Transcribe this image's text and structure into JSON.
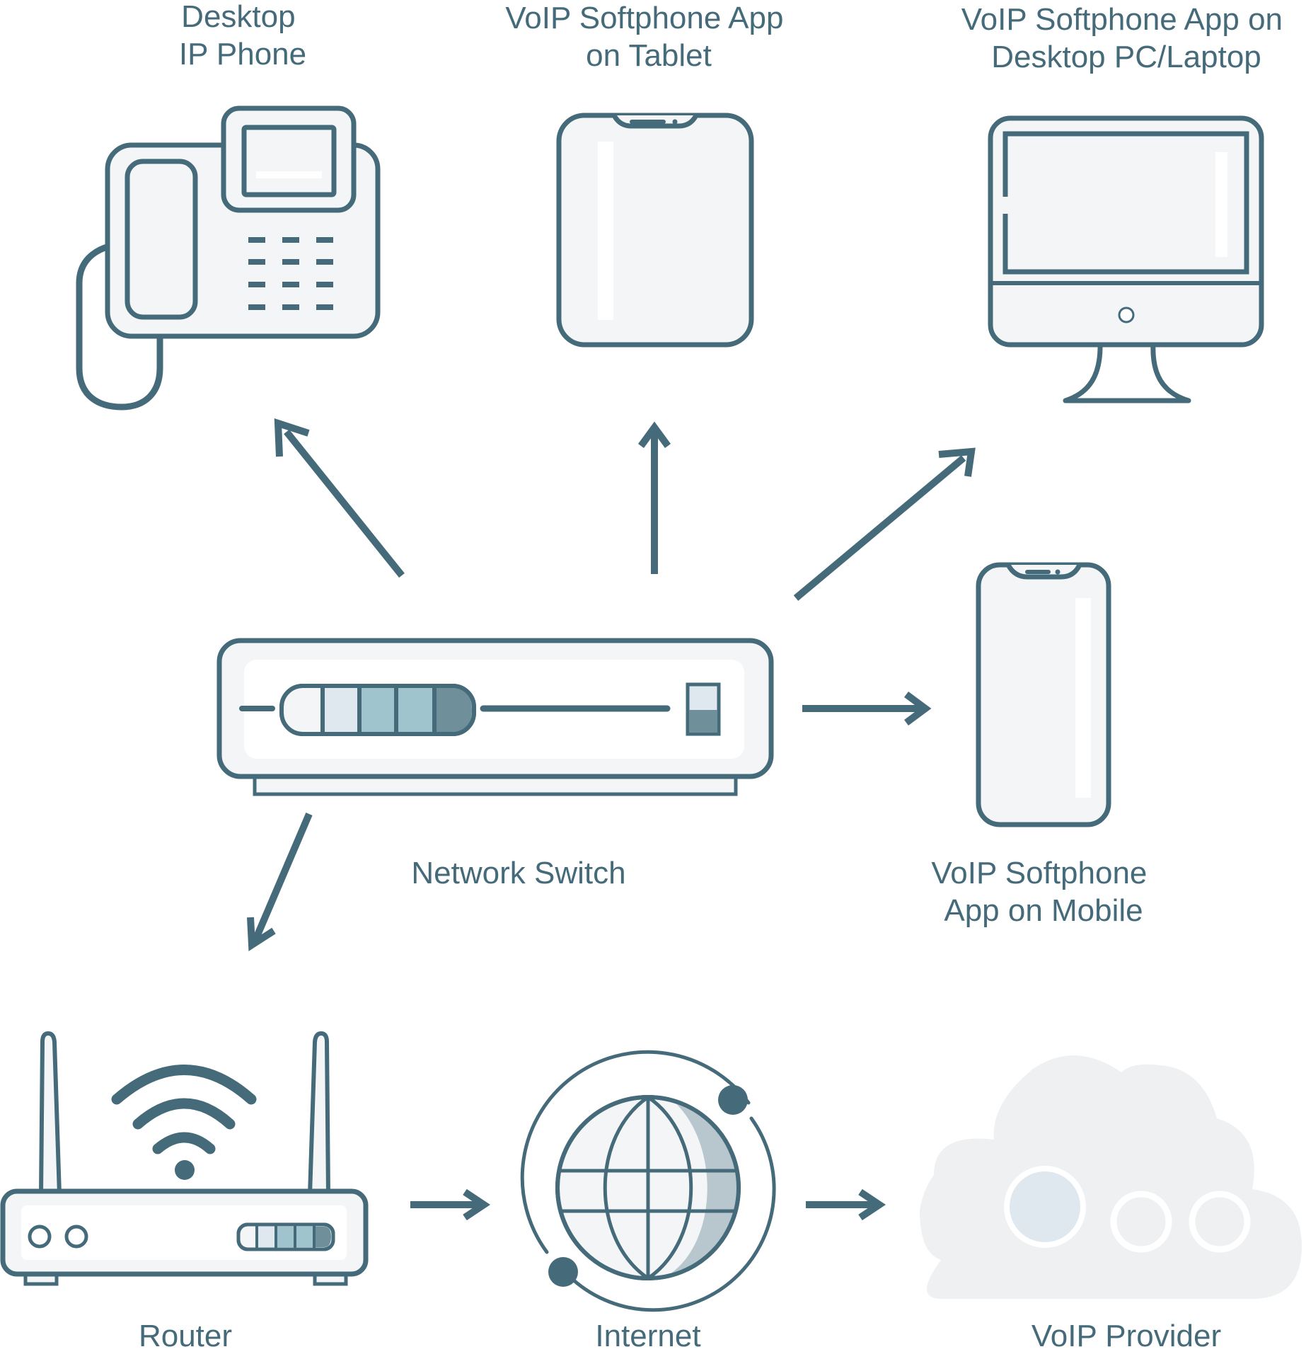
{
  "labels": {
    "desktop_ip_phone": [
      "Desktop",
      "IP Phone"
    ],
    "softphone_tablet": [
      "VoIP Softphone App",
      "on Tablet"
    ],
    "softphone_desktop": [
      "VoIP Softphone App on",
      "Desktop PC/Laptop"
    ],
    "network_switch": "Network Switch",
    "softphone_mobile": [
      "VoIP Softphone",
      "App on Mobile"
    ],
    "router": "Router",
    "internet": "Internet",
    "voip_provider": "VoIP Provider"
  },
  "colors": {
    "stroke": "#456b7b",
    "device_fill": "#f4f5f7",
    "port_light": "#e0e8ef",
    "port_mid": "#9fc4ce",
    "port_dark": "#6f8f9a",
    "cloud": "#eef0f2",
    "globe_shade": "#b8c6cd"
  },
  "icons": [
    "desk-phone-icon",
    "tablet-icon",
    "desktop-monitor-icon",
    "network-switch-icon",
    "smartphone-icon",
    "router-icon",
    "globe-icon",
    "cloud-icon",
    "arrow-icon"
  ]
}
